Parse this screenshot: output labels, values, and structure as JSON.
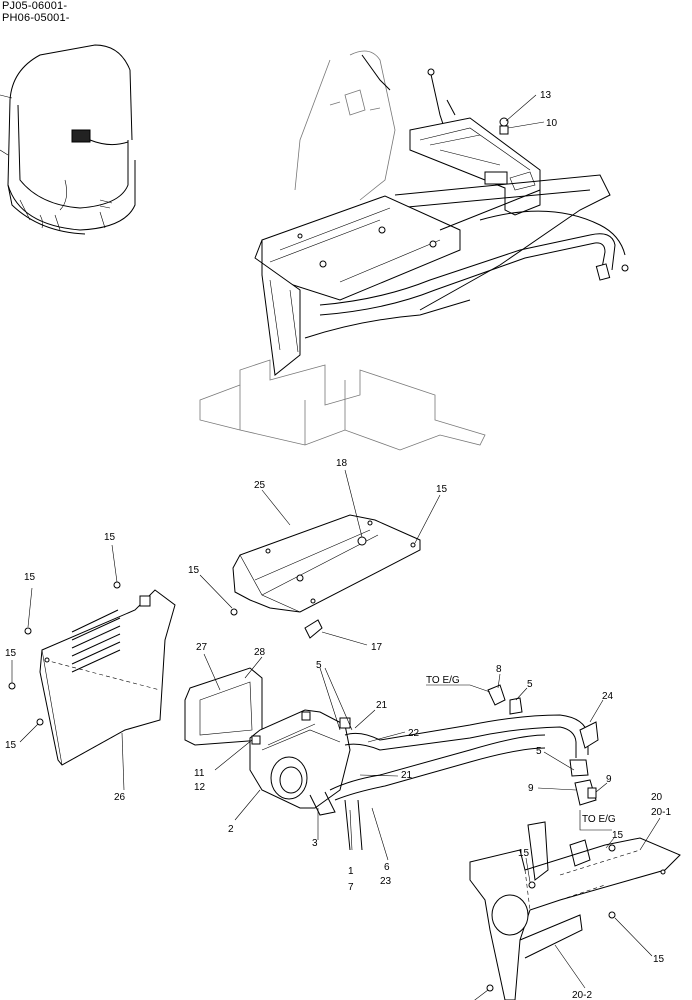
{
  "header": {
    "line1": "PJ05-06001-",
    "line2": "PH06-05001-"
  },
  "callouts": {
    "c13": "13",
    "c10": "10",
    "c18": "18",
    "c25": "25",
    "c15_top": "15",
    "c15_a": "15",
    "c15_b": "15",
    "c15_c": "15",
    "c15_d": "15",
    "c15_e": "15",
    "c27": "27",
    "c28": "28",
    "c17": "17",
    "c26": "26",
    "c5_a": "5",
    "c21_a": "21",
    "c22": "22",
    "c21_b": "21",
    "c11": "11",
    "c12": "12",
    "c2": "2",
    "c3": "3",
    "c1": "1",
    "c7": "7",
    "c6": "6",
    "c23": "23",
    "c8": "8",
    "c5_b": "5",
    "c24": "24",
    "c5_c": "5",
    "c9_a": "9",
    "c9_b": "9",
    "c20": "20",
    "c20_1": "20-1",
    "c20_2": "20-2",
    "c15_f": "15",
    "c15_g": "15",
    "c15_h": "15",
    "c15_i": "15"
  },
  "notes": {
    "to_eg_top": "TO E/G",
    "to_eg_bottom": "TO E/G"
  }
}
